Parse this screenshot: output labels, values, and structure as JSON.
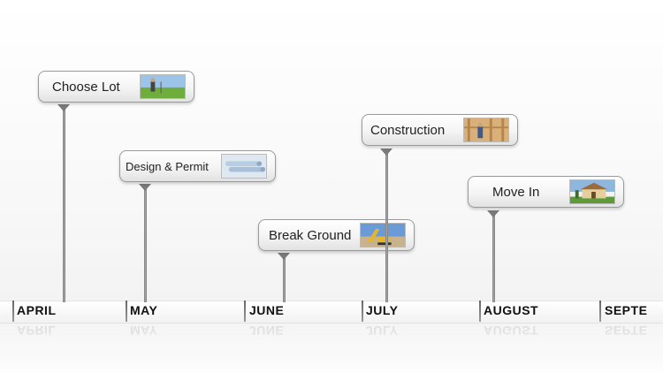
{
  "timeline": {
    "months": [
      "APRIL",
      "MAY",
      "JUNE",
      "JULY",
      "AUGUST",
      "SEPTE"
    ]
  },
  "milestones": [
    {
      "label": "Choose Lot",
      "month": "APRIL",
      "image": "surveyor-in-field"
    },
    {
      "label": "Design & Permit",
      "month": "MAY",
      "image": "blueprint-rolls"
    },
    {
      "label": "Break Ground",
      "month": "JUNE",
      "image": "excavator-digging"
    },
    {
      "label": "Construction",
      "month": "JULY",
      "image": "worker-in-wood-frame"
    },
    {
      "label": "Move In",
      "month": "AUGUST",
      "image": "finished-house"
    }
  ]
}
